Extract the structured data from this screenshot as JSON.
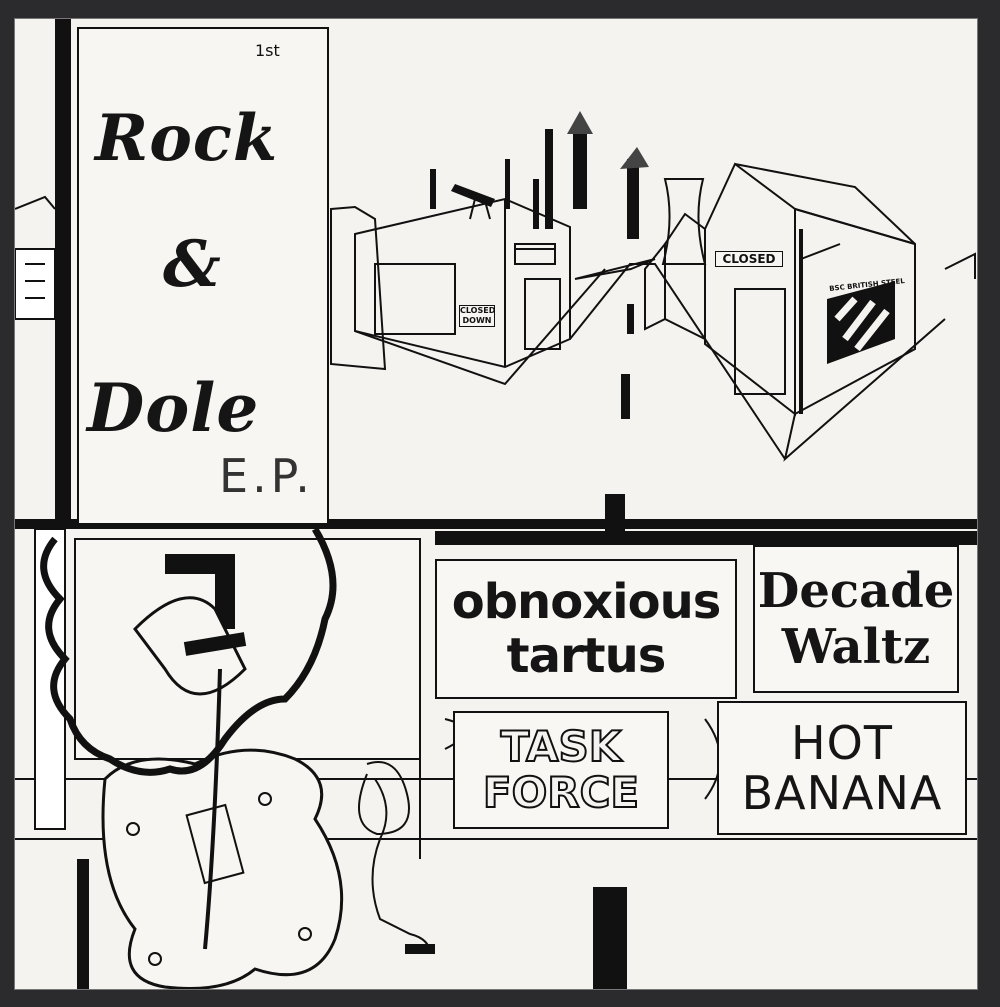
{
  "cover": {
    "superscript": "1st",
    "title_line1": "Rock",
    "title_line2": "&",
    "title_line3": "Dole",
    "format": "E.P.",
    "street_signs": {
      "closed": "CLOSED",
      "closed_down": "CLOSED DOWN",
      "steel": "BSC BRITISH STEEL"
    },
    "bands": [
      {
        "line1": "obnoxious",
        "line2": "tartus"
      },
      {
        "line1": "Decade",
        "line2": "Waltz"
      },
      {
        "line1": "TASK",
        "line2": "FORCE"
      },
      {
        "line1": "HOT",
        "line2": "BANANA"
      }
    ],
    "colors": {
      "paper": "#f4f3ef",
      "ink": "#111111",
      "background": "#2b2b2d"
    }
  }
}
